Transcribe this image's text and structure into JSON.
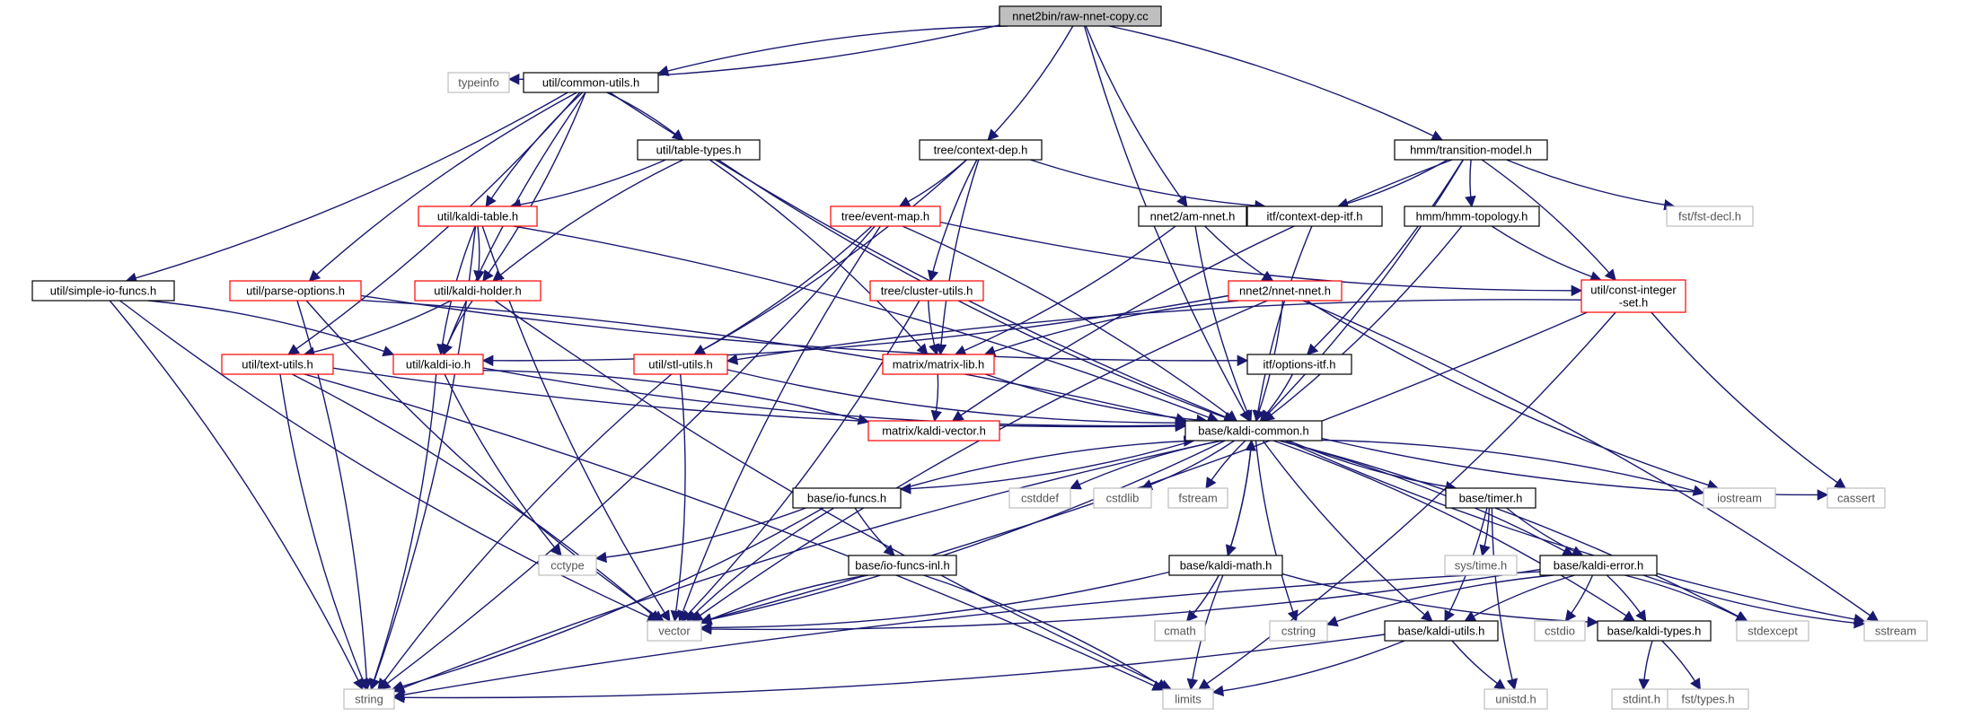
{
  "diagram": {
    "title": "",
    "colors": {
      "edge": "#191970",
      "root_fill": "#bfbfbf",
      "root_stroke": "#000000",
      "plain_stroke": "#000000",
      "link_stroke": "#ff0000",
      "system_stroke": "#bfbfbf",
      "system_text": "#555555"
    },
    "nodes": [
      {
        "id": "root",
        "label": "nnet2bin/raw-nnet-copy.cc",
        "kind": "root"
      },
      {
        "id": "typeinfo",
        "label": "typeinfo",
        "kind": "system"
      },
      {
        "id": "common_utils",
        "label": "util/common-utils.h",
        "kind": "plain"
      },
      {
        "id": "table_types",
        "label": "util/table-types.h",
        "kind": "plain"
      },
      {
        "id": "context_dep",
        "label": "tree/context-dep.h",
        "kind": "plain"
      },
      {
        "id": "transition_model",
        "label": "hmm/transition-model.h",
        "kind": "plain"
      },
      {
        "id": "kaldi_table",
        "label": "util/kaldi-table.h",
        "kind": "link"
      },
      {
        "id": "event_map",
        "label": "tree/event-map.h",
        "kind": "link"
      },
      {
        "id": "am_nnet",
        "label": "nnet2/am-nnet.h",
        "kind": "plain"
      },
      {
        "id": "context_dep_itf",
        "label": "itf/context-dep-itf.h",
        "kind": "plain"
      },
      {
        "id": "hmm_topology",
        "label": "hmm/hmm-topology.h",
        "kind": "plain"
      },
      {
        "id": "fst_decl",
        "label": "fst/fst-decl.h",
        "kind": "system"
      },
      {
        "id": "simple_io",
        "label": "util/simple-io-funcs.h",
        "kind": "plain"
      },
      {
        "id": "parse_options",
        "label": "util/parse-options.h",
        "kind": "link"
      },
      {
        "id": "kaldi_holder",
        "label": "util/kaldi-holder.h",
        "kind": "link"
      },
      {
        "id": "cluster_utils",
        "label": "tree/cluster-utils.h",
        "kind": "link"
      },
      {
        "id": "nnet_nnet",
        "label": "nnet2/nnet-nnet.h",
        "kind": "link"
      },
      {
        "id": "const_integer_set",
        "label": "util/const-integer\n-set.h",
        "kind": "link"
      },
      {
        "id": "text_utils",
        "label": "util/text-utils.h",
        "kind": "link"
      },
      {
        "id": "kaldi_io",
        "label": "util/kaldi-io.h",
        "kind": "link"
      },
      {
        "id": "stl_utils",
        "label": "util/stl-utils.h",
        "kind": "link"
      },
      {
        "id": "matrix_lib",
        "label": "matrix/matrix-lib.h",
        "kind": "link"
      },
      {
        "id": "options_itf",
        "label": "itf/options-itf.h",
        "kind": "plain"
      },
      {
        "id": "kaldi_vector",
        "label": "matrix/kaldi-vector.h",
        "kind": "link"
      },
      {
        "id": "kaldi_common",
        "label": "base/kaldi-common.h",
        "kind": "plain"
      },
      {
        "id": "io_funcs",
        "label": "base/io-funcs.h",
        "kind": "plain"
      },
      {
        "id": "cstddef",
        "label": "cstddef",
        "kind": "system"
      },
      {
        "id": "cstdlib",
        "label": "cstdlib",
        "kind": "system"
      },
      {
        "id": "fstream",
        "label": "fstream",
        "kind": "system"
      },
      {
        "id": "timer",
        "label": "base/timer.h",
        "kind": "plain"
      },
      {
        "id": "iostream",
        "label": "iostream",
        "kind": "system"
      },
      {
        "id": "cassert",
        "label": "cassert",
        "kind": "system"
      },
      {
        "id": "cctype",
        "label": "cctype",
        "kind": "system"
      },
      {
        "id": "io_funcs_inl",
        "label": "base/io-funcs-inl.h",
        "kind": "plain"
      },
      {
        "id": "kaldi_math",
        "label": "base/kaldi-math.h",
        "kind": "plain"
      },
      {
        "id": "sys_time",
        "label": "sys/time.h",
        "kind": "system"
      },
      {
        "id": "kaldi_error",
        "label": "base/kaldi-error.h",
        "kind": "plain"
      },
      {
        "id": "vector",
        "label": "vector",
        "kind": "system"
      },
      {
        "id": "cmath",
        "label": "cmath",
        "kind": "system"
      },
      {
        "id": "cstring",
        "label": "cstring",
        "kind": "system"
      },
      {
        "id": "kaldi_utils",
        "label": "base/kaldi-utils.h",
        "kind": "plain"
      },
      {
        "id": "cstdio",
        "label": "cstdio",
        "kind": "system"
      },
      {
        "id": "kaldi_types",
        "label": "base/kaldi-types.h",
        "kind": "plain"
      },
      {
        "id": "stdexcept",
        "label": "stdexcept",
        "kind": "system"
      },
      {
        "id": "sstream",
        "label": "sstream",
        "kind": "system"
      },
      {
        "id": "string",
        "label": "string",
        "kind": "system"
      },
      {
        "id": "limits",
        "label": "limits",
        "kind": "system"
      },
      {
        "id": "unistd",
        "label": "unistd.h",
        "kind": "system"
      },
      {
        "id": "stdint",
        "label": "stdint.h",
        "kind": "system"
      },
      {
        "id": "fst_types",
        "label": "fst/types.h",
        "kind": "system"
      }
    ],
    "edges": [
      [
        "root",
        "typeinfo"
      ],
      [
        "root",
        "common_utils"
      ],
      [
        "root",
        "context_dep"
      ],
      [
        "root",
        "am_nnet"
      ],
      [
        "root",
        "transition_model"
      ],
      [
        "root",
        "kaldi_common"
      ],
      [
        "common_utils",
        "table_types"
      ],
      [
        "common_utils",
        "kaldi_table"
      ],
      [
        "common_utils",
        "kaldi_holder"
      ],
      [
        "common_utils",
        "kaldi_io"
      ],
      [
        "common_utils",
        "simple_io"
      ],
      [
        "common_utils",
        "parse_options"
      ],
      [
        "common_utils",
        "text_utils"
      ],
      [
        "common_utils",
        "kaldi_common"
      ],
      [
        "table_types",
        "kaldi_table"
      ],
      [
        "table_types",
        "kaldi_holder"
      ],
      [
        "table_types",
        "matrix_lib"
      ],
      [
        "table_types",
        "kaldi_common"
      ],
      [
        "kaldi_table",
        "kaldi_holder"
      ],
      [
        "kaldi_table",
        "kaldi_io"
      ],
      [
        "kaldi_table",
        "kaldi_common"
      ],
      [
        "kaldi_table",
        "vector"
      ],
      [
        "kaldi_table",
        "string"
      ],
      [
        "kaldi_holder",
        "kaldi_io"
      ],
      [
        "kaldi_holder",
        "text_utils"
      ],
      [
        "kaldi_holder",
        "limits"
      ],
      [
        "simple_io",
        "kaldi_io"
      ],
      [
        "simple_io",
        "vector"
      ],
      [
        "simple_io",
        "string"
      ],
      [
        "parse_options",
        "options_itf"
      ],
      [
        "parse_options",
        "kaldi_common"
      ],
      [
        "parse_options",
        "vector"
      ],
      [
        "parse_options",
        "string"
      ],
      [
        "text_utils",
        "kaldi_common"
      ],
      [
        "text_utils",
        "vector"
      ],
      [
        "text_utils",
        "string"
      ],
      [
        "text_utils",
        "limits"
      ],
      [
        "kaldi_io",
        "kaldi_common"
      ],
      [
        "kaldi_io",
        "kaldi_vector"
      ],
      [
        "kaldi_io",
        "cctype"
      ],
      [
        "kaldi_io",
        "string"
      ],
      [
        "context_dep",
        "context_dep_itf"
      ],
      [
        "context_dep",
        "event_map"
      ],
      [
        "context_dep",
        "cluster_utils"
      ],
      [
        "context_dep",
        "stl_utils"
      ],
      [
        "context_dep",
        "matrix_lib"
      ],
      [
        "event_map",
        "stl_utils"
      ],
      [
        "event_map",
        "const_integer_set"
      ],
      [
        "event_map",
        "kaldi_common"
      ],
      [
        "event_map",
        "vector"
      ],
      [
        "event_map",
        "string"
      ],
      [
        "cluster_utils",
        "matrix_lib"
      ],
      [
        "cluster_utils",
        "vector"
      ],
      [
        "am_nnet",
        "nnet_nnet"
      ],
      [
        "am_nnet",
        "matrix_lib"
      ],
      [
        "am_nnet",
        "kaldi_common"
      ],
      [
        "nnet_nnet",
        "kaldi_io"
      ],
      [
        "nnet_nnet",
        "matrix_lib"
      ],
      [
        "nnet_nnet",
        "kaldi_common"
      ],
      [
        "nnet_nnet",
        "iostream"
      ],
      [
        "nnet_nnet",
        "sstream"
      ],
      [
        "nnet_nnet",
        "vector"
      ],
      [
        "transition_model",
        "context_dep_itf"
      ],
      [
        "transition_model",
        "hmm_topology"
      ],
      [
        "transition_model",
        "const_integer_set"
      ],
      [
        "transition_model",
        "fst_decl"
      ],
      [
        "transition_model",
        "options_itf"
      ],
      [
        "transition_model",
        "kaldi_vector"
      ],
      [
        "transition_model",
        "kaldi_common"
      ],
      [
        "hmm_topology",
        "const_integer_set"
      ],
      [
        "hmm_topology",
        "kaldi_common"
      ],
      [
        "const_integer_set",
        "stl_utils"
      ],
      [
        "const_integer_set",
        "vector"
      ],
      [
        "const_integer_set",
        "cassert"
      ],
      [
        "const_integer_set",
        "limits"
      ],
      [
        "context_dep_itf",
        "kaldi_common"
      ],
      [
        "options_itf",
        "kaldi_common"
      ],
      [
        "stl_utils",
        "kaldi_common"
      ],
      [
        "stl_utils",
        "vector"
      ],
      [
        "stl_utils",
        "string"
      ],
      [
        "matrix_lib",
        "kaldi_vector"
      ],
      [
        "matrix_lib",
        "kaldi_common"
      ],
      [
        "kaldi_common",
        "io_funcs"
      ],
      [
        "kaldi_common",
        "cstddef"
      ],
      [
        "kaldi_common",
        "cstdlib"
      ],
      [
        "kaldi_common",
        "fstream"
      ],
      [
        "kaldi_common",
        "kaldi_math"
      ],
      [
        "kaldi_common",
        "timer"
      ],
      [
        "kaldi_common",
        "kaldi_error"
      ],
      [
        "kaldi_common",
        "kaldi_utils"
      ],
      [
        "kaldi_common",
        "kaldi_types"
      ],
      [
        "kaldi_common",
        "cstring"
      ],
      [
        "kaldi_common",
        "stdexcept"
      ],
      [
        "kaldi_common",
        "sstream"
      ],
      [
        "kaldi_common",
        "iostream"
      ],
      [
        "kaldi_common",
        "cassert"
      ],
      [
        "kaldi_common",
        "vector"
      ],
      [
        "kaldi_common",
        "string"
      ],
      [
        "io_funcs",
        "kaldi_common"
      ],
      [
        "io_funcs",
        "io_funcs_inl"
      ],
      [
        "io_funcs",
        "cctype"
      ],
      [
        "io_funcs",
        "vector"
      ],
      [
        "io_funcs",
        "string"
      ],
      [
        "io_funcs_inl",
        "vector"
      ],
      [
        "io_funcs_inl",
        "limits"
      ],
      [
        "kaldi_math",
        "kaldi_common"
      ],
      [
        "kaldi_math",
        "cmath"
      ],
      [
        "kaldi_math",
        "limits"
      ],
      [
        "kaldi_math",
        "vector"
      ],
      [
        "kaldi_math",
        "kaldi_types"
      ],
      [
        "timer",
        "sys_time"
      ],
      [
        "timer",
        "kaldi_error"
      ],
      [
        "timer",
        "kaldi_utils"
      ],
      [
        "timer",
        "unistd"
      ],
      [
        "kaldi_error",
        "kaldi_types"
      ],
      [
        "kaldi_error",
        "kaldi_utils"
      ],
      [
        "kaldi_error",
        "cstdio"
      ],
      [
        "kaldi_error",
        "cstring"
      ],
      [
        "kaldi_error",
        "stdexcept"
      ],
      [
        "kaldi_error",
        "sstream"
      ],
      [
        "kaldi_error",
        "vector"
      ],
      [
        "kaldi_error",
        "string"
      ],
      [
        "kaldi_utils",
        "limits"
      ],
      [
        "kaldi_utils",
        "unistd"
      ],
      [
        "kaldi_utils",
        "string"
      ],
      [
        "kaldi_types",
        "stdint"
      ],
      [
        "kaldi_types",
        "fst_types"
      ]
    ]
  }
}
